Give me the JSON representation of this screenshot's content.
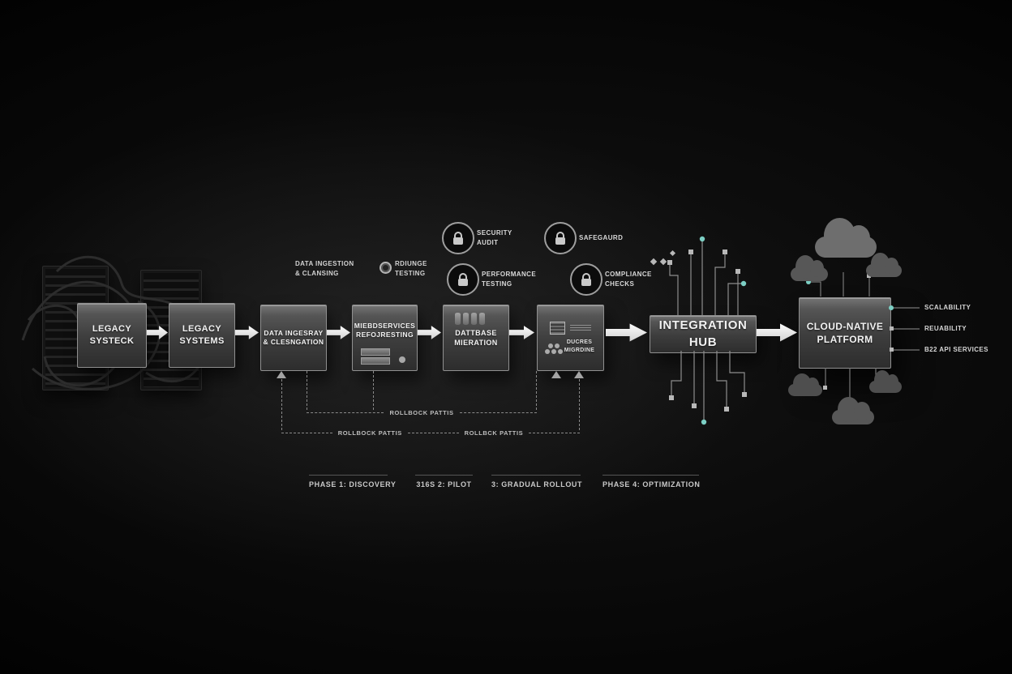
{
  "colors": {
    "accent_teal": "#7ccfc4",
    "arrow_white": "#f0f0f0",
    "box_border": "#909090",
    "background": "#000000"
  },
  "flow": {
    "boxes": [
      {
        "label": "LEGACY\nSYSTECK"
      },
      {
        "label": "LEGACY\nSYSTEMS"
      },
      {
        "label": "DATA INGESRAY\n& CLESNGATION"
      },
      {
        "label": "MIEBDSERVICES\nREFOJRESTING"
      },
      {
        "label": "DATTBASE\nMIERATION"
      },
      {
        "label": "DUCRES\nMIGRDINE"
      },
      {
        "label": "INTEGRATION\nHUB"
      },
      {
        "label": "CLOUD-NATIVE\nPLATFORM"
      }
    ]
  },
  "annotations": {
    "data_ingestion": "DATA INGESTION\n& CLANSING",
    "testing": "RDIUNGE\nTESTING"
  },
  "badges": [
    {
      "icon": "lock-icon",
      "label": "SECURITY\nAUDIT"
    },
    {
      "icon": "lock-icon",
      "label": "SAFEGAURD"
    },
    {
      "icon": "lock-icon",
      "label": "PERFORMANCE\nTESTING"
    },
    {
      "icon": "lock-icon",
      "label": "COMPLIANCE\nCHECKS"
    }
  ],
  "rollback": {
    "row1": "ROLLBOCK PATTIS",
    "row2a": "ROLLBOCK PATTIS",
    "row2b": "ROLLBCK PATTIS"
  },
  "phases": [
    {
      "label": "PHASE 1: DISCOVERY"
    },
    {
      "label": "316S 2: PILOT"
    },
    {
      "label": "3: GRADUAL ROLLOUT"
    },
    {
      "label": "PHASE 4: OPTIMIZATION"
    }
  ],
  "cloud_labels": [
    {
      "label": "SCALABILITY"
    },
    {
      "label": "REUABILITY"
    },
    {
      "label": "B22 API SERVICES"
    }
  ]
}
